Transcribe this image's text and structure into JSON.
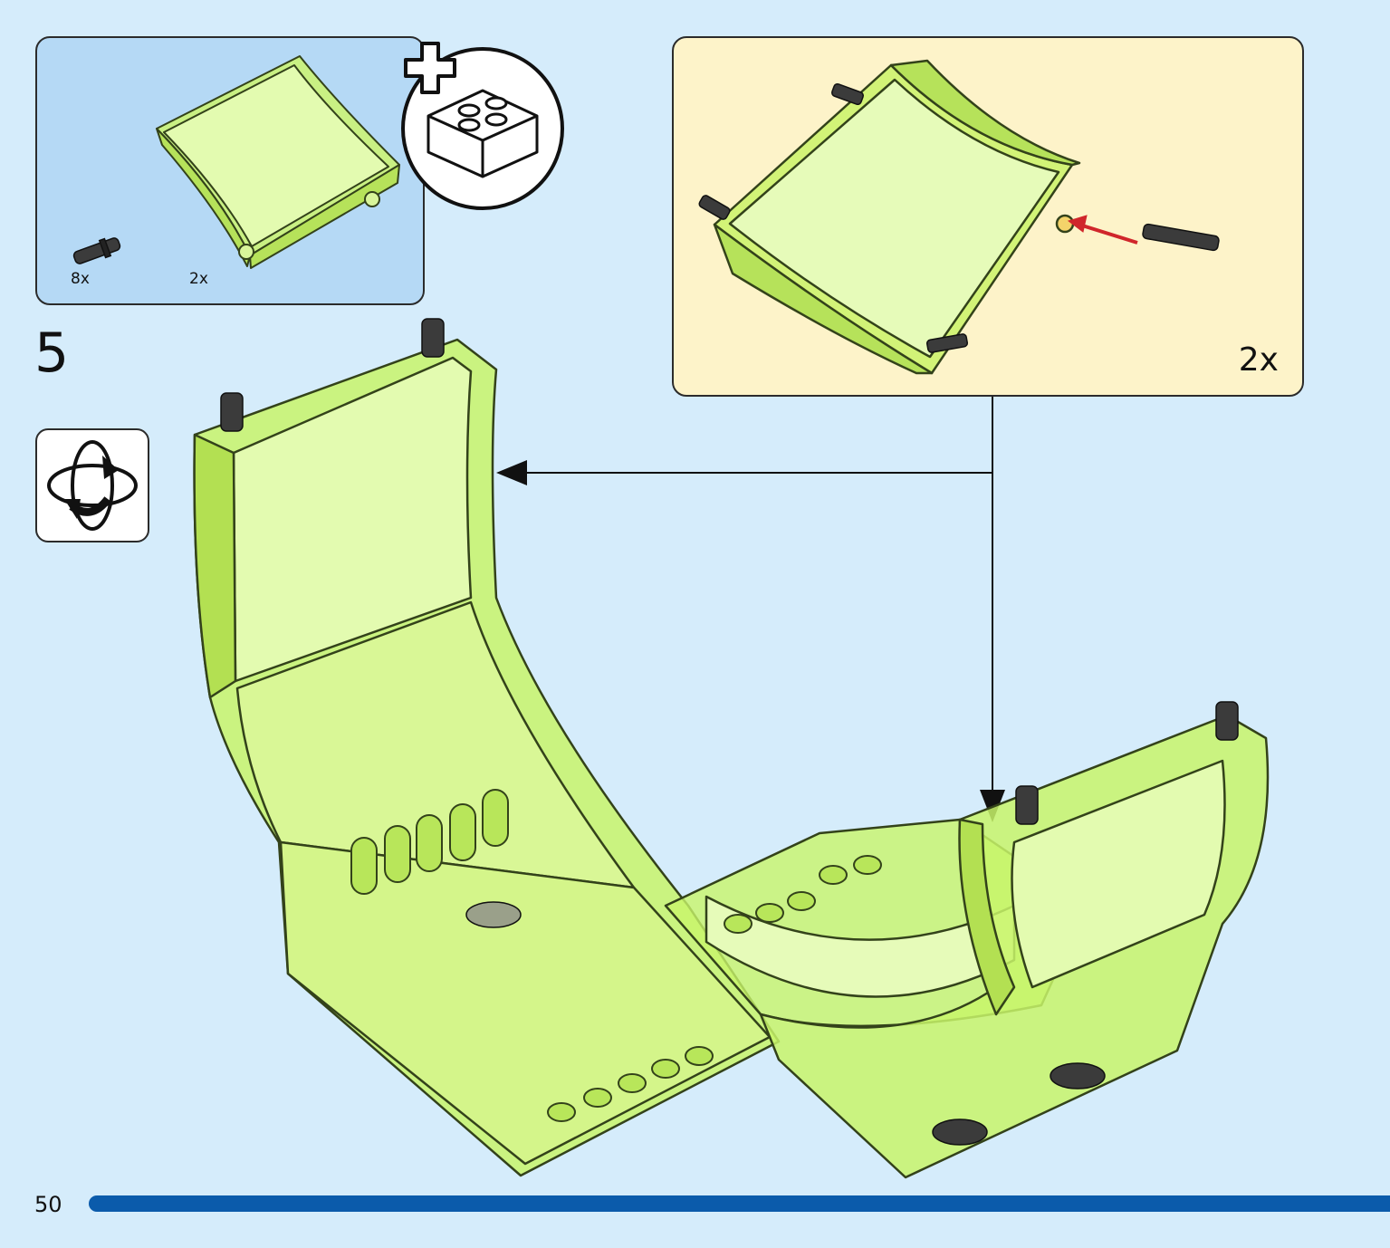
{
  "parts_callout": {
    "pin_count": "8x",
    "panel_count": "2x"
  },
  "subassembly": {
    "count": "2x"
  },
  "step": {
    "number": "5"
  },
  "footer": {
    "page_number": "50"
  },
  "icons": {
    "new_brick": "add-brick-icon",
    "rotate": "rotate-model-icon"
  },
  "colors": {
    "background": "#d5ecfb",
    "parts_box": "#b5d9f5",
    "subassembly_box": "#fdf3c9",
    "transparent_green": "#c8f56a",
    "progress_bar": "#0b5bab",
    "arrow_red": "#d0262b"
  }
}
